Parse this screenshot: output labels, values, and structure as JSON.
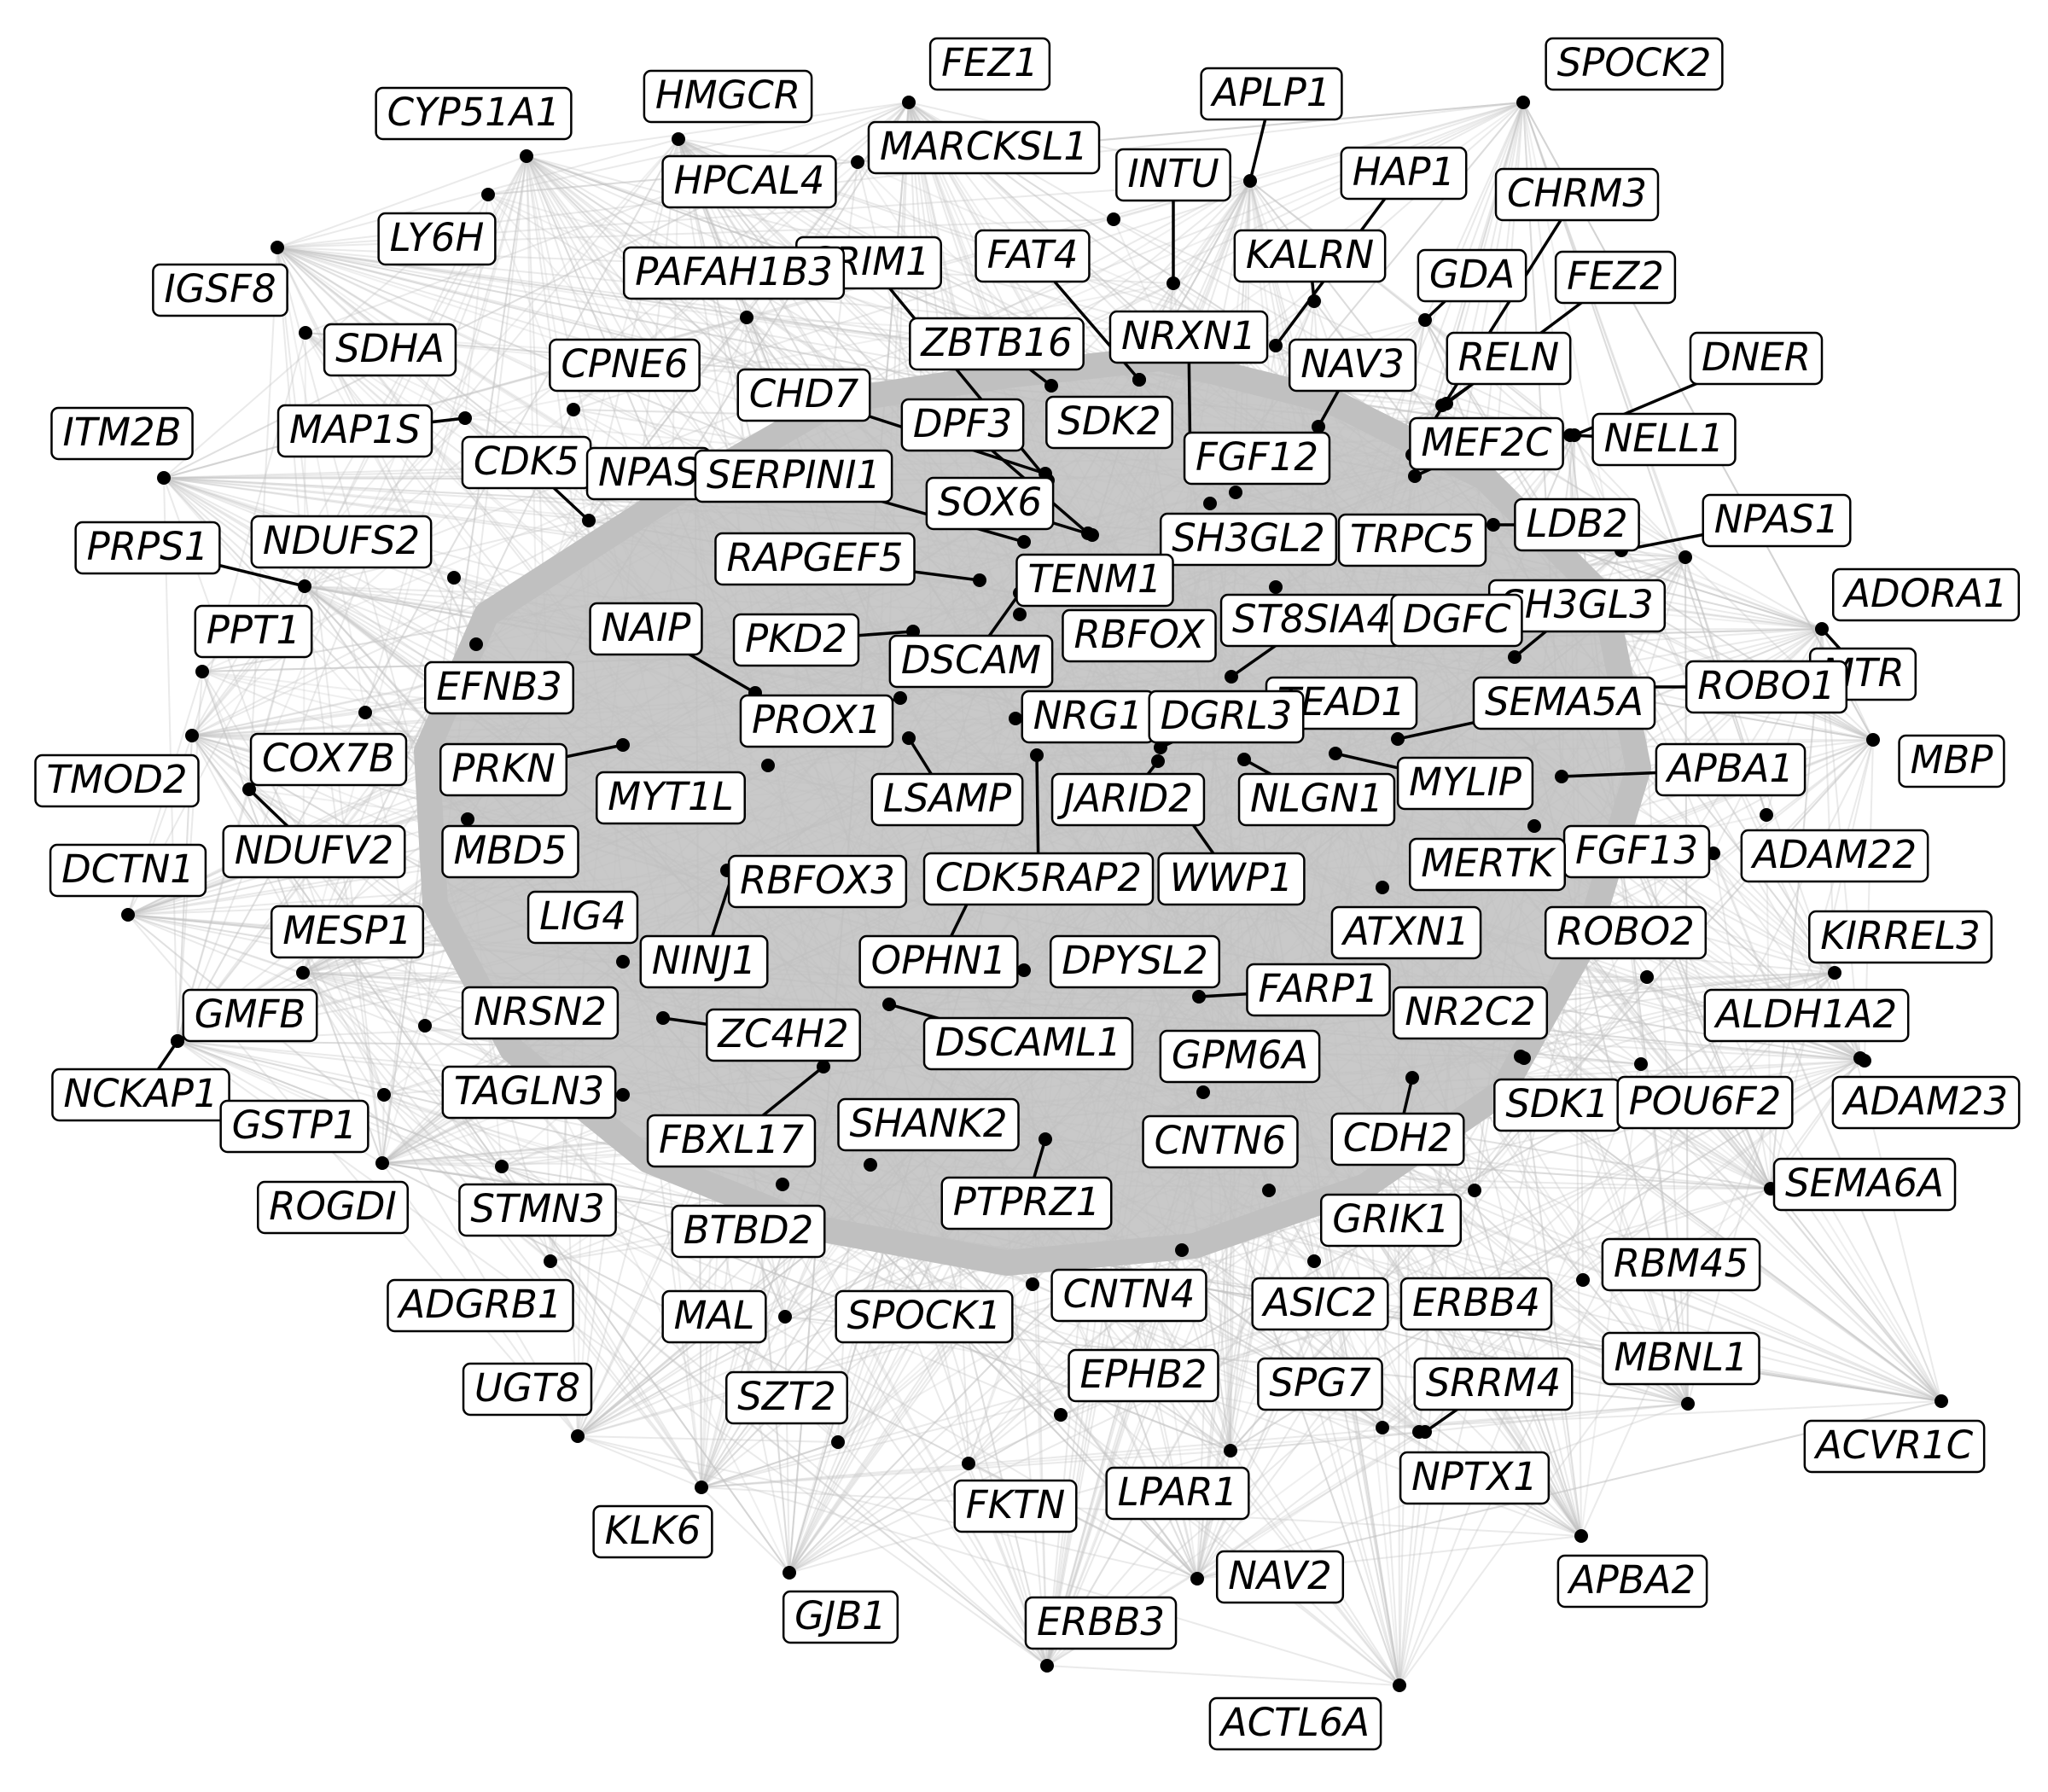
{
  "nodes": [
    {
      "id": "FEZ1",
      "label": "FEZ1"
    },
    {
      "id": "SPOCK2",
      "label": "SPOCK2"
    },
    {
      "id": "HMGCR",
      "label": "HMGCR"
    },
    {
      "id": "CYP51A1",
      "label": "CYP51A1"
    },
    {
      "id": "APLP1",
      "label": "APLP1"
    },
    {
      "id": "MARCKSL1",
      "label": "MARCKSL1"
    },
    {
      "id": "HPCAL4",
      "label": "HPCAL4"
    },
    {
      "id": "INTU",
      "label": "INTU"
    },
    {
      "id": "HAP1",
      "label": "HAP1"
    },
    {
      "id": "CHRM3",
      "label": "CHRM3"
    },
    {
      "id": "LY6H",
      "label": "LY6H"
    },
    {
      "id": "CRIM1",
      "label": "CRIM1"
    },
    {
      "id": "FAT4",
      "label": "FAT4"
    },
    {
      "id": "KALRN",
      "label": "KALRN"
    },
    {
      "id": "PAFAH1B3",
      "label": "PAFAH1B3"
    },
    {
      "id": "IGSF8",
      "label": "IGSF8"
    },
    {
      "id": "GDA",
      "label": "GDA"
    },
    {
      "id": "FEZ2",
      "label": "FEZ2"
    },
    {
      "id": "ZBTB16",
      "label": "ZBTB16"
    },
    {
      "id": "NRXN1",
      "label": "NRXN1"
    },
    {
      "id": "SDHA",
      "label": "SDHA"
    },
    {
      "id": "RELN",
      "label": "RELN"
    },
    {
      "id": "DNER",
      "label": "DNER"
    },
    {
      "id": "CPNE6",
      "label": "CPNE6"
    },
    {
      "id": "NAV3",
      "label": "NAV3"
    },
    {
      "id": "CHD7",
      "label": "CHD7"
    },
    {
      "id": "ITM2B",
      "label": "ITM2B"
    },
    {
      "id": "MAP1S",
      "label": "MAP1S"
    },
    {
      "id": "DPF3",
      "label": "DPF3"
    },
    {
      "id": "SDK2",
      "label": "SDK2"
    },
    {
      "id": "NELL1",
      "label": "NELL1"
    },
    {
      "id": "MEF2C",
      "label": "MEF2C"
    },
    {
      "id": "CDK5",
      "label": "CDK5"
    },
    {
      "id": "NPAS",
      "label": "NPAS"
    },
    {
      "id": "FGF12",
      "label": "FGF12"
    },
    {
      "id": "SERPINI1",
      "label": "SERPINI1"
    },
    {
      "id": "SOX6",
      "label": "SOX6"
    },
    {
      "id": "NPAS1",
      "label": "NPAS1"
    },
    {
      "id": "PRPS1",
      "label": "PRPS1"
    },
    {
      "id": "NDUFS2",
      "label": "NDUFS2"
    },
    {
      "id": "SH3GL2",
      "label": "SH3GL2"
    },
    {
      "id": "TRPC5",
      "label": "TRPC5"
    },
    {
      "id": "LDB2",
      "label": "LDB2"
    },
    {
      "id": "RAPGEF5",
      "label": "RAPGEF5"
    },
    {
      "id": "TENM1",
      "label": "TENM1"
    },
    {
      "id": "ADORA1",
      "label": "ADORA1"
    },
    {
      "id": "PPT1",
      "label": "PPT1"
    },
    {
      "id": "SH3GL3",
      "label": "SH3GL3"
    },
    {
      "id": "NAIP",
      "label": "NAIP"
    },
    {
      "id": "RBFOX",
      "label": "RBFOX"
    },
    {
      "id": "ST8SIA4",
      "label": "ST8SIA4"
    },
    {
      "id": "DGFC",
      "label": "DGFC"
    },
    {
      "id": "PKD2",
      "label": "PKD2"
    },
    {
      "id": "MTR",
      "label": "MTR"
    },
    {
      "id": "DSCAM",
      "label": "DSCAM"
    },
    {
      "id": "EFNB3",
      "label": "EFNB3"
    },
    {
      "id": "ROBO1",
      "label": "ROBO1"
    },
    {
      "id": "TEAD1",
      "label": "TEAD1"
    },
    {
      "id": "SEMA5A",
      "label": "SEMA5A"
    },
    {
      "id": "PROX1",
      "label": "PROX1"
    },
    {
      "id": "NRG1",
      "label": "NRG1"
    },
    {
      "id": "DGRL3",
      "label": "DGRL3"
    },
    {
      "id": "TMOD2",
      "label": "TMOD2"
    },
    {
      "id": "COX7B",
      "label": "COX7B"
    },
    {
      "id": "MBP",
      "label": "MBP"
    },
    {
      "id": "PRKN",
      "label": "PRKN"
    },
    {
      "id": "APBA1",
      "label": "APBA1"
    },
    {
      "id": "MYLIP",
      "label": "MYLIP"
    },
    {
      "id": "MYT1L",
      "label": "MYT1L"
    },
    {
      "id": "LSAMP",
      "label": "LSAMP"
    },
    {
      "id": "JARID2",
      "label": "JARID2"
    },
    {
      "id": "NLGN1",
      "label": "NLGN1"
    },
    {
      "id": "DCTN1",
      "label": "DCTN1"
    },
    {
      "id": "NDUFV2",
      "label": "NDUFV2"
    },
    {
      "id": "MBD5",
      "label": "MBD5"
    },
    {
      "id": "FGF13",
      "label": "FGF13"
    },
    {
      "id": "ADAM22",
      "label": "ADAM22"
    },
    {
      "id": "RBFOX3",
      "label": "RBFOX3"
    },
    {
      "id": "CDK5RAP2",
      "label": "CDK5RAP2"
    },
    {
      "id": "WWP1",
      "label": "WWP1"
    },
    {
      "id": "MERTK",
      "label": "MERTK"
    },
    {
      "id": "LIG4",
      "label": "LIG4"
    },
    {
      "id": "MESP1",
      "label": "MESP1"
    },
    {
      "id": "ATXN1",
      "label": "ATXN1"
    },
    {
      "id": "ROBO2",
      "label": "ROBO2"
    },
    {
      "id": "KIRREL3",
      "label": "KIRREL3"
    },
    {
      "id": "NINJ1",
      "label": "NINJ1"
    },
    {
      "id": "OPHN1",
      "label": "OPHN1"
    },
    {
      "id": "DPYSL2",
      "label": "DPYSL2"
    },
    {
      "id": "FARP1",
      "label": "FARP1"
    },
    {
      "id": "NR2C2",
      "label": "NR2C2"
    },
    {
      "id": "ALDH1A2",
      "label": "ALDH1A2"
    },
    {
      "id": "GMFB",
      "label": "GMFB"
    },
    {
      "id": "NRSN2",
      "label": "NRSN2"
    },
    {
      "id": "ZC4H2",
      "label": "ZC4H2"
    },
    {
      "id": "DSCAML1",
      "label": "DSCAML1"
    },
    {
      "id": "GPM6A",
      "label": "GPM6A"
    },
    {
      "id": "NCKAP1",
      "label": "NCKAP1"
    },
    {
      "id": "TAGLN3",
      "label": "TAGLN3"
    },
    {
      "id": "SDK1",
      "label": "SDK1"
    },
    {
      "id": "POU6F2",
      "label": "POU6F2"
    },
    {
      "id": "ADAM23",
      "label": "ADAM23"
    },
    {
      "id": "GSTP1",
      "label": "GSTP1"
    },
    {
      "id": "SHANK2",
      "label": "SHANK2"
    },
    {
      "id": "FBXL17",
      "label": "FBXL17"
    },
    {
      "id": "CNTN6",
      "label": "CNTN6"
    },
    {
      "id": "CDH2",
      "label": "CDH2"
    },
    {
      "id": "ROGDI",
      "label": "ROGDI"
    },
    {
      "id": "STMN3",
      "label": "STMN3"
    },
    {
      "id": "PTPRZ1",
      "label": "PTPRZ1"
    },
    {
      "id": "SEMA6A",
      "label": "SEMA6A"
    },
    {
      "id": "BTBD2",
      "label": "BTBD2"
    },
    {
      "id": "GRIK1",
      "label": "GRIK1"
    },
    {
      "id": "RBM45",
      "label": "RBM45"
    },
    {
      "id": "ADGRB1",
      "label": "ADGRB1"
    },
    {
      "id": "CNTN4",
      "label": "CNTN4"
    },
    {
      "id": "ASIC2",
      "label": "ASIC2"
    },
    {
      "id": "ERBB4",
      "label": "ERBB4"
    },
    {
      "id": "MAL",
      "label": "MAL"
    },
    {
      "id": "SPOCK1",
      "label": "SPOCK1"
    },
    {
      "id": "MBNL1",
      "label": "MBNL1"
    },
    {
      "id": "UGT8",
      "label": "UGT8"
    },
    {
      "id": "EPHB2",
      "label": "EPHB2"
    },
    {
      "id": "SPG7",
      "label": "SPG7"
    },
    {
      "id": "SRRM4",
      "label": "SRRM4"
    },
    {
      "id": "SZT2",
      "label": "SZT2"
    },
    {
      "id": "ACVR1C",
      "label": "ACVR1C"
    },
    {
      "id": "NPTX1",
      "label": "NPTX1"
    },
    {
      "id": "LPAR1",
      "label": "LPAR1"
    },
    {
      "id": "FKTN",
      "label": "FKTN"
    },
    {
      "id": "KLK6",
      "label": "KLK6"
    },
    {
      "id": "NAV2",
      "label": "NAV2"
    },
    {
      "id": "APBA2",
      "label": "APBA2"
    },
    {
      "id": "GJB1",
      "label": "GJB1"
    },
    {
      "id": "ERBB3",
      "label": "ERBB3"
    },
    {
      "id": "ACTL6A",
      "label": "ACTL6A"
    }
  ],
  "colors": {
    "edge": "#c4c4c4",
    "dense_core": "#c0c0c0",
    "node": "#000000",
    "label_fill": "#ffffff",
    "label_border": "#000000"
  }
}
